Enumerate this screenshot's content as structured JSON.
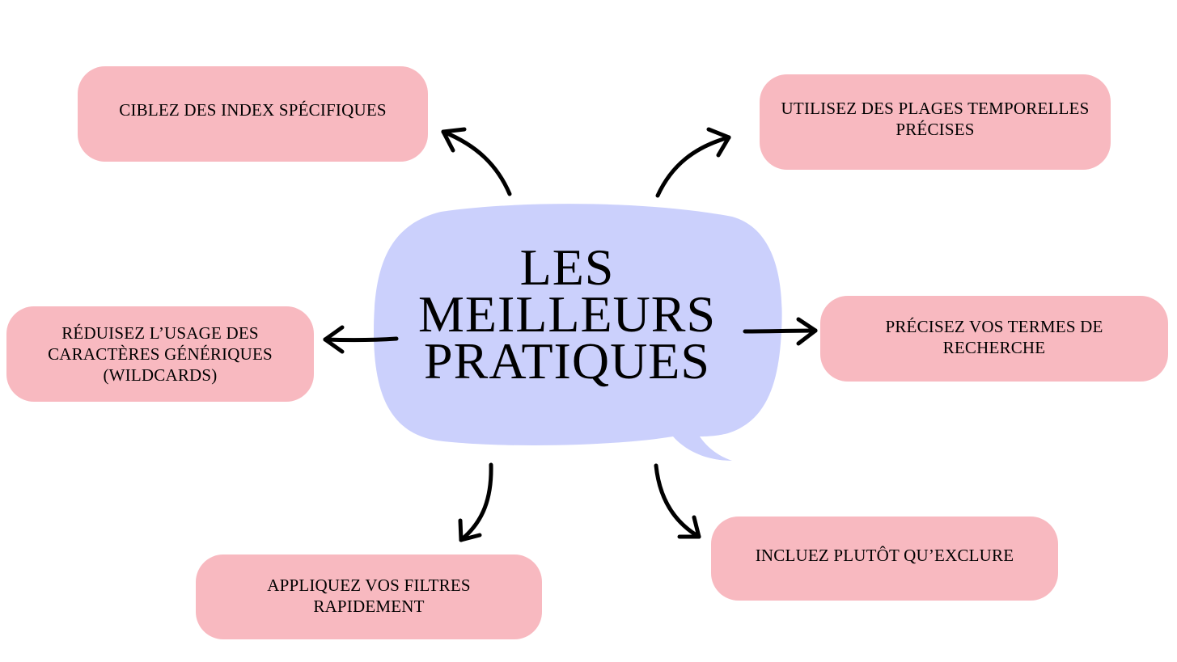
{
  "center": {
    "title": "LES\nMEILLEURS\nPRATIQUES",
    "fill": "#cbd0fc"
  },
  "nodes": {
    "top_left": "CIBLEZ DES INDEX SPÉCIFIQUES",
    "top_right": "UTILISEZ DES PLAGES TEMPORELLES\nPRÉCISES",
    "mid_left": "RÉDUISEZ L’USAGE DES\nCARACTÈRES GÉNÉRIQUES\n(WILDCARDS)",
    "mid_right": "PRÉCISEZ VOS TERMES DE\nRECHERCHE",
    "bottom_left": "APPLIQUEZ VOS FILTRES\nRAPIDEMENT",
    "bottom_right": "INCLUEZ PLUTÔT QU’EXCLURE"
  },
  "colors": {
    "node_fill": "#f8b9c0",
    "arrow": "#000000"
  }
}
